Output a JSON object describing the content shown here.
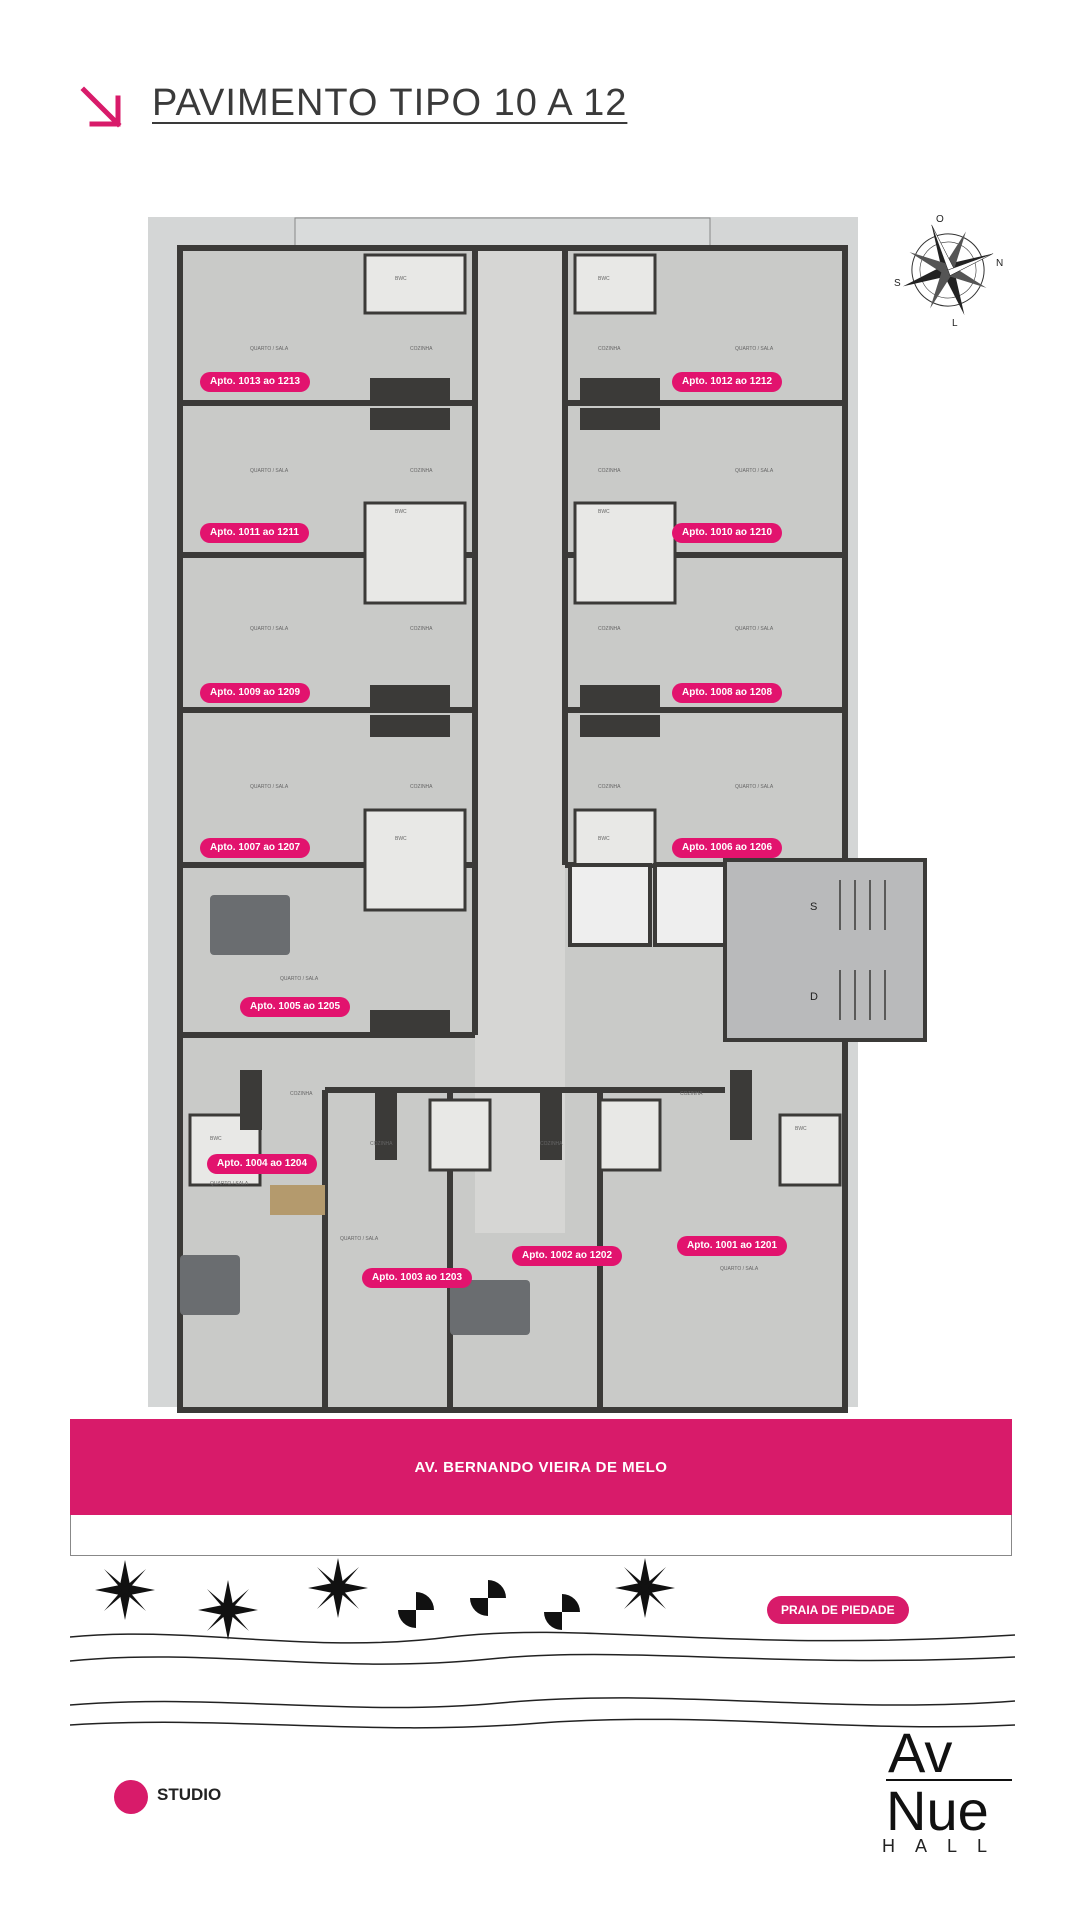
{
  "header": {
    "title": "PAVIMENTO TIPO 10 A 12"
  },
  "compass": {
    "letters": [
      "O",
      "N",
      "S",
      "L"
    ]
  },
  "units": [
    {
      "label": "Apto. 1013 ao 1213"
    },
    {
      "label": "Apto. 1012 ao 1212"
    },
    {
      "label": "Apto. 1011 ao 1211"
    },
    {
      "label": "Apto. 1010 ao 1210"
    },
    {
      "label": "Apto. 1009 ao 1209"
    },
    {
      "label": "Apto. 1008 ao 1208"
    },
    {
      "label": "Apto. 1007 ao 1207"
    },
    {
      "label": "Apto. 1006 ao 1206"
    },
    {
      "label": "Apto. 1005 ao 1205"
    },
    {
      "label": "Apto. 1004 ao 1204"
    },
    {
      "label": "Apto. 1003 ao 1203"
    },
    {
      "label": "Apto. 1002 ao 1202"
    },
    {
      "label": "Apto. 1001 ao 1201"
    }
  ],
  "rooms": {
    "quarto_sala": "QUARTO / SALA",
    "cozinha": "COZINHA",
    "bwc": "BWC"
  },
  "stairs": {
    "up": "S",
    "down": "D"
  },
  "street": "AV. BERNANDO VIEIRA DE MELO",
  "beach": "PRAIA DE PIEDADE",
  "legend": {
    "label": "STUDIO",
    "color": "#d81b6a"
  },
  "logo": {
    "line1": "Av",
    "line2": "Nue",
    "line3": "HALL"
  },
  "colors": {
    "accent": "#e2136e",
    "wall": "#3b3a38",
    "floor": "#cfd0ce"
  }
}
